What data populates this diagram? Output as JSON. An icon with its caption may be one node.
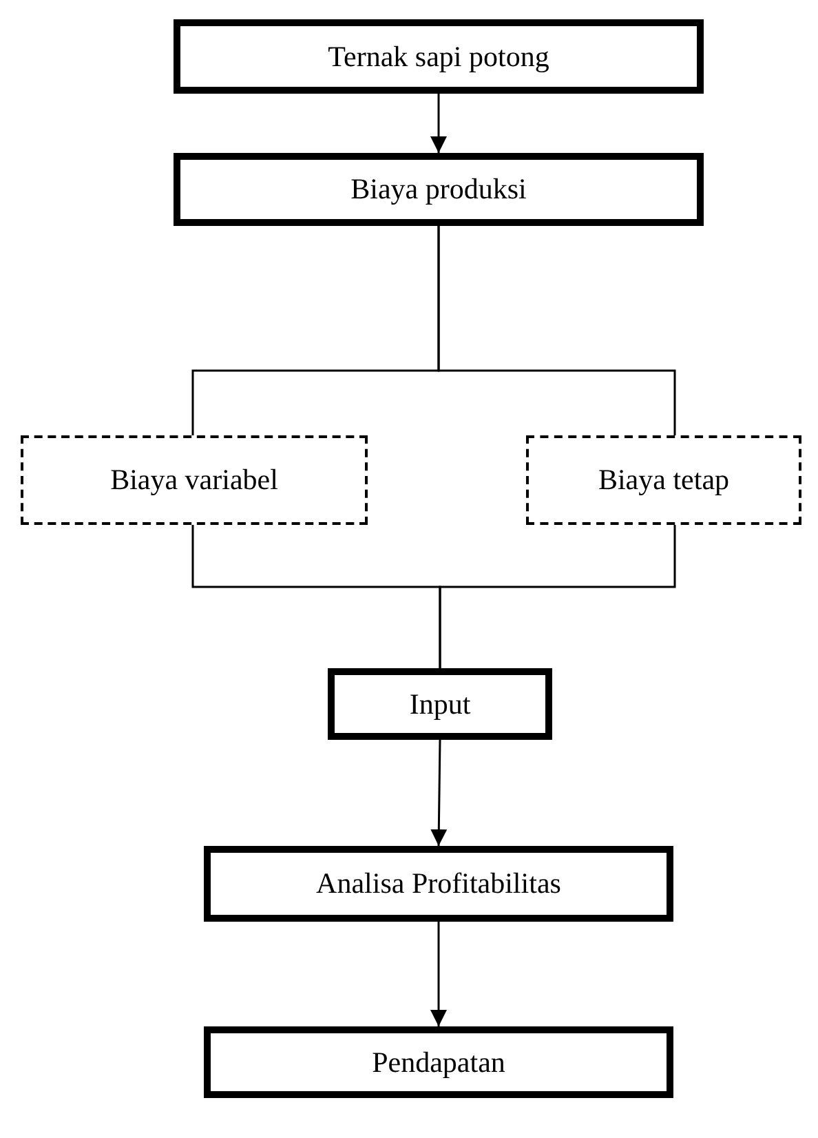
{
  "diagram": {
    "nodes": [
      {
        "text": [
          "Ternak sapi potong"
        ]
      },
      {
        "text": [
          "Biaya produksi"
        ]
      },
      {
        "text": [
          "Biaya variabel"
        ]
      },
      {
        "text": [
          "Biaya tetap"
        ]
      },
      {
        "text": [
          "Input"
        ]
      },
      {
        "text": [
          "Analisa Profitabilitas"
        ]
      },
      {
        "text": [
          "Pendapatan"
        ]
      }
    ],
    "edges": [
      {
        "from": 0,
        "to": 1,
        "arrow": "to"
      },
      {
        "from": 1,
        "to": 2,
        "arrow": "none"
      },
      {
        "from": 1,
        "to": 3,
        "arrow": "none"
      },
      {
        "from": 2,
        "to": 4,
        "arrow": "none"
      },
      {
        "from": 3,
        "to": 4,
        "arrow": "none"
      },
      {
        "from": 4,
        "to": 5,
        "arrow": "to"
      },
      {
        "from": 5,
        "to": 6,
        "arrow": "to"
      }
    ]
  }
}
